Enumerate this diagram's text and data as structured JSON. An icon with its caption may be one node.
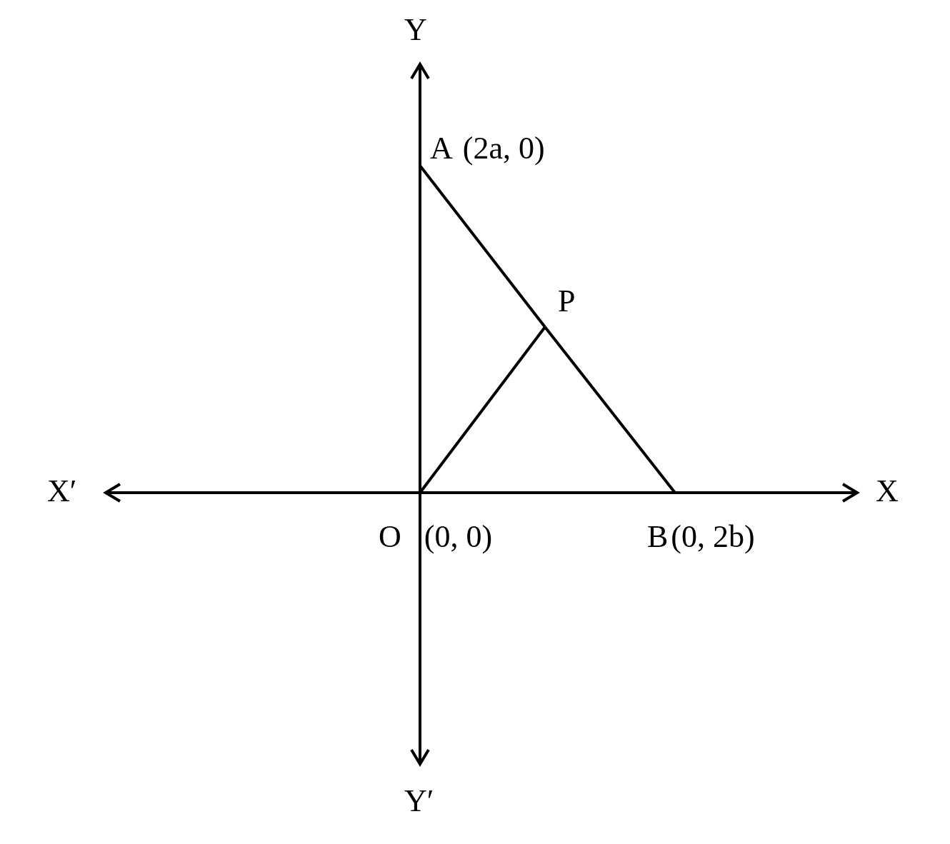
{
  "diagram": {
    "nodes": [
      {
        "text": [
          "A",
          "(2a, 0)"
        ]
      },
      {
        "text": [
          "P"
        ]
      },
      {
        "text": [
          "O",
          "(0, 0)"
        ]
      },
      {
        "text": [
          "B",
          "(0, 2b)"
        ]
      }
    ],
    "edges": [
      {
        "from": 0,
        "to": 1,
        "arrow": "none"
      },
      {
        "from": 1,
        "to": 3,
        "arrow": "none"
      },
      {
        "from": 2,
        "to": 1,
        "arrow": "none"
      }
    ],
    "labels": [
      "Y",
      "X′",
      "X",
      "Y′"
    ]
  }
}
